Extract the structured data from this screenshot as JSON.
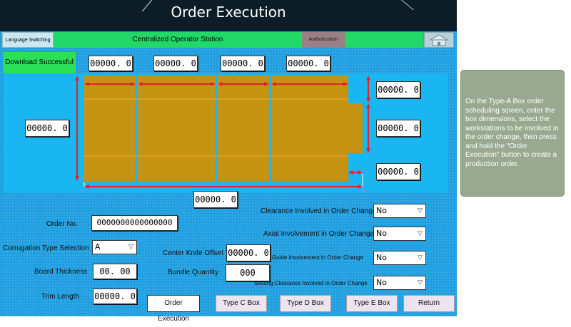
{
  "header": {
    "title": "Order Execution"
  },
  "topbar": {
    "language_switching": "Language Switching",
    "station": "Centralized Operator Station",
    "authorization": "Authorization",
    "home_icon": "home-icon"
  },
  "status": {
    "download": "Download Successful"
  },
  "dimensions": {
    "top": [
      "00000. 0",
      "00000. 0",
      "00000. 0",
      "00000. 0"
    ],
    "left": "00000. 0",
    "right": [
      "00000. 0",
      "00000. 0",
      "00000. 0"
    ],
    "bottom": "00000. 0"
  },
  "form": {
    "order_no_label": "Order No.",
    "order_no_value": "0000000000000000",
    "corrugation_label": "Corrugation Type Selection",
    "corrugation_value": "A",
    "board_thickness_label": "Board Thickness",
    "board_thickness_value": "00. 00",
    "trim_length_label": "Trim Length",
    "trim_length_value": "00000. 0",
    "center_knife_label": "Center Knife Offset",
    "center_knife_value": "00000. 0",
    "bundle_qty_label": "Bundle Quantity",
    "bundle_qty_value": "000",
    "clearance_label": "Clearance Involved in Order Change",
    "clearance_value": "No",
    "axial_label": "Axial Involvement in Order Change",
    "axial_value": "No",
    "guide_label": "Guide Involvement in Order Change",
    "guide_value": "No",
    "slotting_label": "Slotting Clearance Involved in Order Change",
    "slotting_value": "No"
  },
  "buttons": {
    "order_execution": "Order Execution",
    "type_c": "Type C Box",
    "type_d": "Type D Box",
    "type_e": "Type E Box",
    "return": "Return"
  },
  "instructions": "On the Type-A Box order scheduling screen, enter the box dimensions, select the workstations to be involved in the order change, then press and hold the \"Order Execution\" button to create a production order.",
  "colors": {
    "accent_green": "#22d968",
    "panel_blue": "#1f9ee0",
    "box_fill": "#c59312",
    "arrow_red": "#e8202a"
  }
}
